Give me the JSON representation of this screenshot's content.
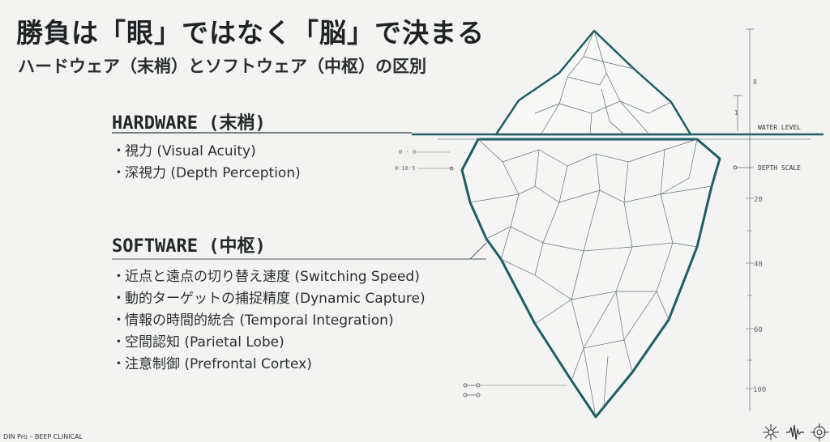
{
  "title": "勝負は「眼」ではなく「脳」で決まる",
  "subtitle": "ハードウェア（末梢）とソフトウェア（中枢）の区別",
  "hardware": {
    "heading": "HARDWARE (末梢)",
    "items": [
      "視力 (Visual Acuity)",
      "深視力 (Depth Perception)"
    ]
  },
  "software": {
    "heading": "SOFTWARE (中枢)",
    "items": [
      "近点と遠点の切り替え速度 (Switching Speed)",
      "動的ターゲットの捕捉精度 (Dynamic Capture)",
      "情報の時間的統合 (Temporal Integration)",
      "空間認知 (Parietal Lobe)",
      "注意制御 (Prefrontal Cortex)"
    ]
  },
  "diagram": {
    "water_level_label": "WATER LEVEL",
    "depth_scale_label": "DEPTH SCALE",
    "upper_scale_label": "8",
    "depth_ticks": [
      "20",
      "40",
      "60",
      "100"
    ],
    "left_marker_1": "0 · 0",
    "left_marker_2": "0·18·5",
    "colors": {
      "ice_stroke": "#1f5d63",
      "water": "#1f5d63",
      "ink": "#1f2326"
    }
  },
  "footer": "DIN Pro – BEEP CLINICAL",
  "icons": [
    "network-icon",
    "waveform-icon",
    "target-icon"
  ]
}
